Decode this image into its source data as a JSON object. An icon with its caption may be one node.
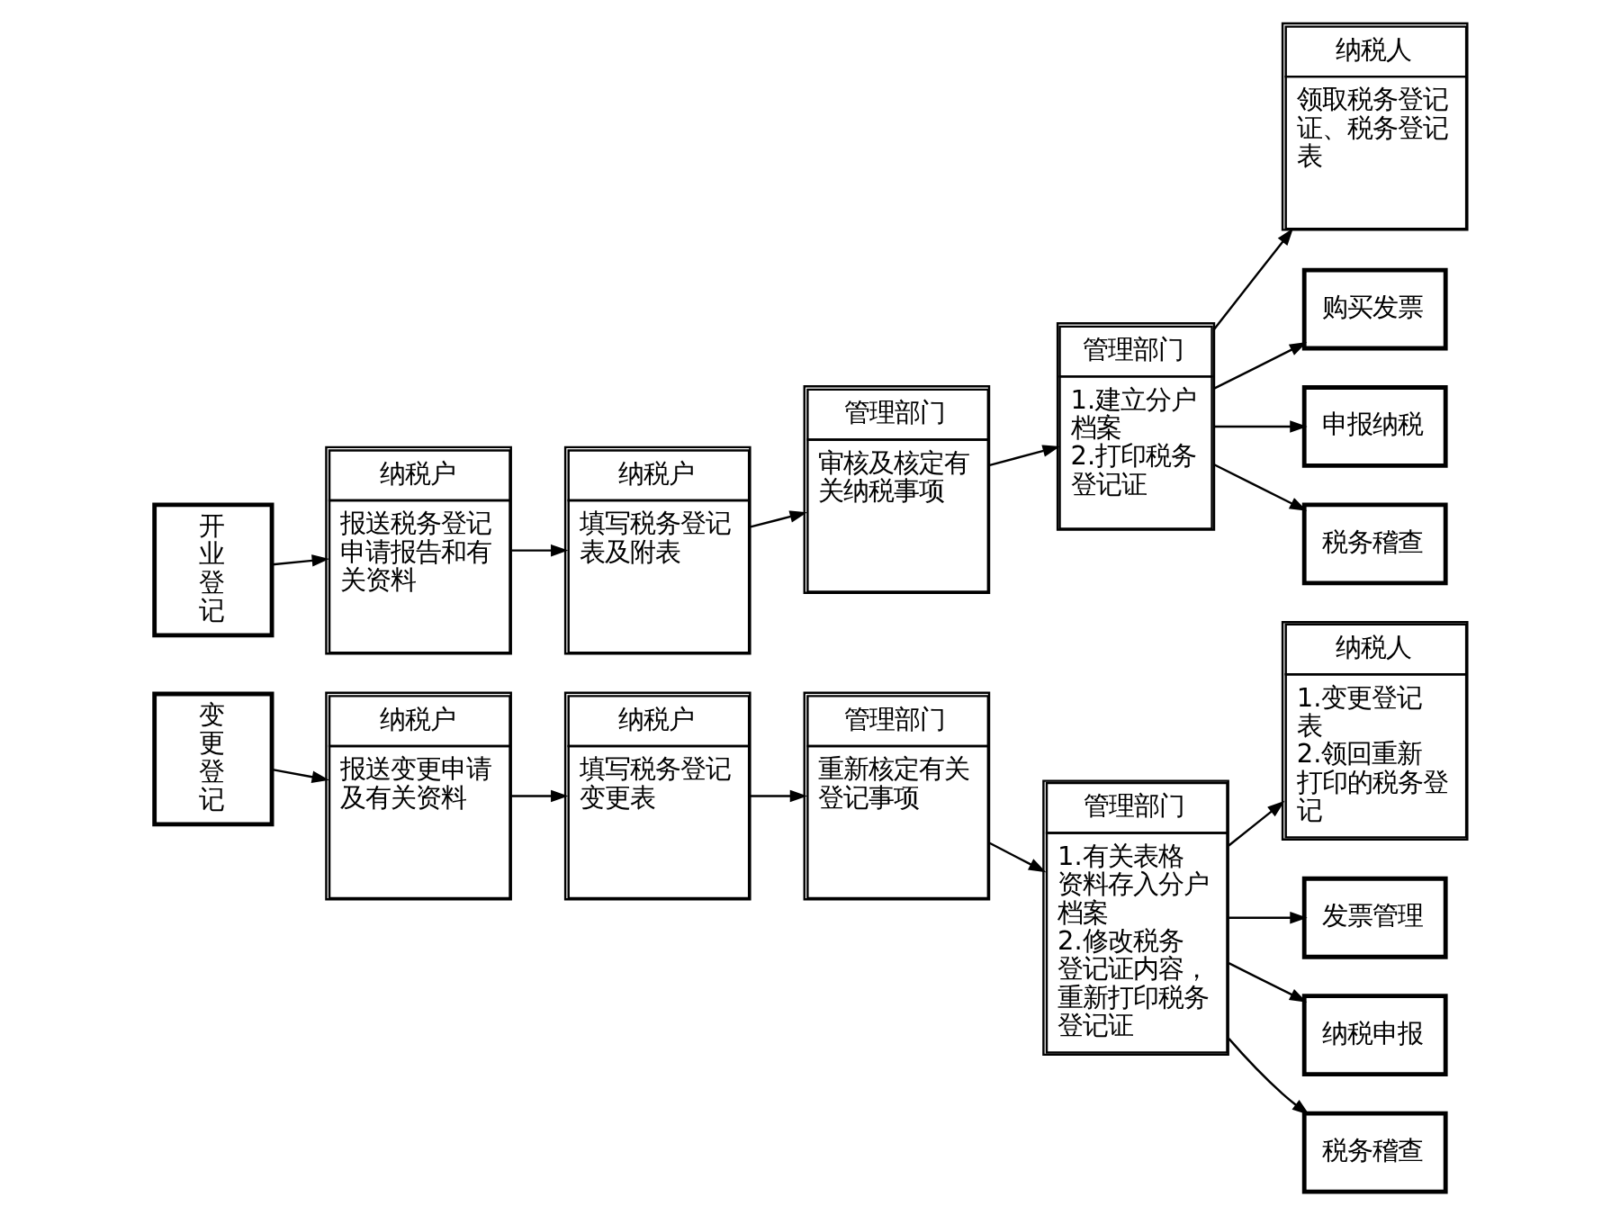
{
  "diagram": {
    "nodes": [
      {
        "text": [
          "开业登记"
        ]
      },
      {
        "text": [
          "纳税户",
          "报送税务登记申请报告和有关资料"
        ]
      },
      {
        "text": [
          "纳税户",
          "填写税务登记表及附表"
        ]
      },
      {
        "text": [
          "管理部门",
          "审核及核定有关纳税事项"
        ]
      },
      {
        "text": [
          "管理部门",
          "1.建立分户档案 2.打印税务登记证"
        ]
      },
      {
        "text": [
          "纳税人",
          "领取税务登记证、税务登记表"
        ]
      },
      {
        "text": [
          "购买发票"
        ]
      },
      {
        "text": [
          "申报纳税"
        ]
      },
      {
        "text": [
          "税务稽查"
        ]
      },
      {
        "text": [
          "变更登记"
        ]
      },
      {
        "text": [
          "纳税户",
          "报送变更申请及有关资料"
        ]
      },
      {
        "text": [
          "纳税户",
          "填写税务登记变更表"
        ]
      },
      {
        "text": [
          "管理部门",
          "重新核定有关登记事项"
        ]
      },
      {
        "text": [
          "管理部门",
          "1.有关表格资料存入分户档案 2.修改税务登记证内容，重新打印税务登记证"
        ]
      },
      {
        "text": [
          "纳税人",
          "1.变更登记表 2.领回重新打印的税务登记"
        ]
      },
      {
        "text": [
          "发票管理"
        ]
      },
      {
        "text": [
          "纳税申报"
        ]
      },
      {
        "text": [
          "税务稽查"
        ]
      }
    ],
    "edges": [
      {
        "from": 0,
        "to": 1,
        "arrow": "to"
      },
      {
        "from": 1,
        "to": 2,
        "arrow": "to"
      },
      {
        "from": 2,
        "to": 3,
        "arrow": "to"
      },
      {
        "from": 3,
        "to": 4,
        "arrow": "to"
      },
      {
        "from": 4,
        "to": 5,
        "arrow": "to"
      },
      {
        "from": 4,
        "to": 6,
        "arrow": "to"
      },
      {
        "from": 4,
        "to": 7,
        "arrow": "to"
      },
      {
        "from": 4,
        "to": 8,
        "arrow": "to"
      },
      {
        "from": 9,
        "to": 10,
        "arrow": "to"
      },
      {
        "from": 10,
        "to": 11,
        "arrow": "to"
      },
      {
        "from": 11,
        "to": 12,
        "arrow": "to"
      },
      {
        "from": 12,
        "to": 13,
        "arrow": "to"
      },
      {
        "from": 13,
        "to": 14,
        "arrow": "to"
      },
      {
        "from": 13,
        "to": 15,
        "arrow": "to"
      },
      {
        "from": 13,
        "to": 16,
        "arrow": "to"
      },
      {
        "from": 13,
        "to": 17,
        "arrow": "to"
      }
    ]
  }
}
